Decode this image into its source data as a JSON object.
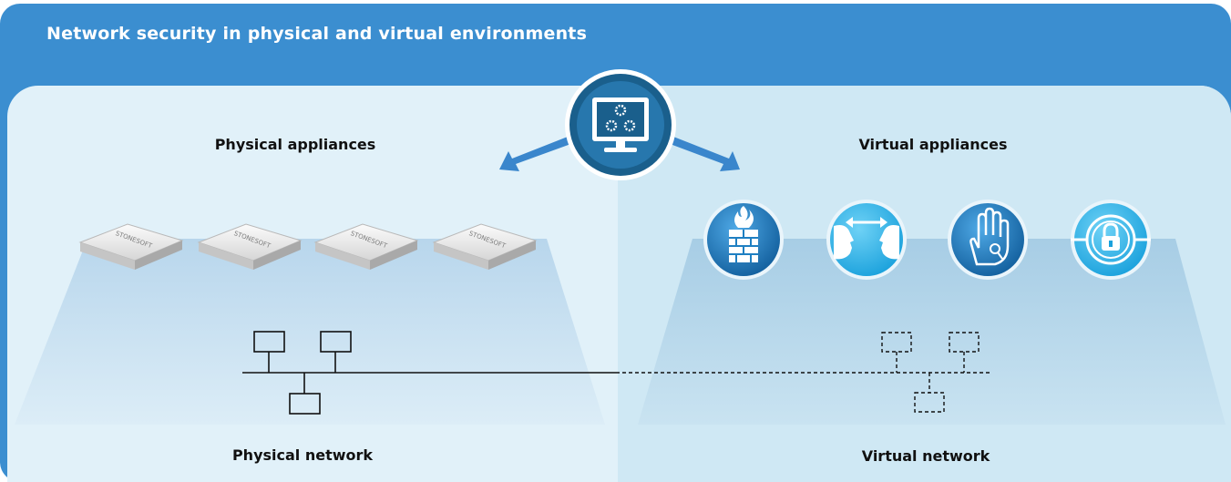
{
  "title": "Network security in physical and virtual environments",
  "labels": {
    "physical_appliances": "Physical appliances",
    "virtual_appliances": "Virtual appliances",
    "physical_network": "Physical network",
    "virtual_network": "Virtual network"
  },
  "appliance_brand": "STONESOFT",
  "center_icon": "management-console-gears-icon",
  "virtual_icons": [
    "firewall-icon",
    "vpn-faces-icon",
    "ips-hand-icon",
    "ssl-lock-icon"
  ],
  "colors": {
    "banner": "#3b8ed0",
    "panel_left": "#e1f1f9",
    "panel_right": "#cfe8f4",
    "arrow": "#3a86cc",
    "center_circle": "#1a5f8c",
    "icon_blue": "#1e7fc2"
  }
}
